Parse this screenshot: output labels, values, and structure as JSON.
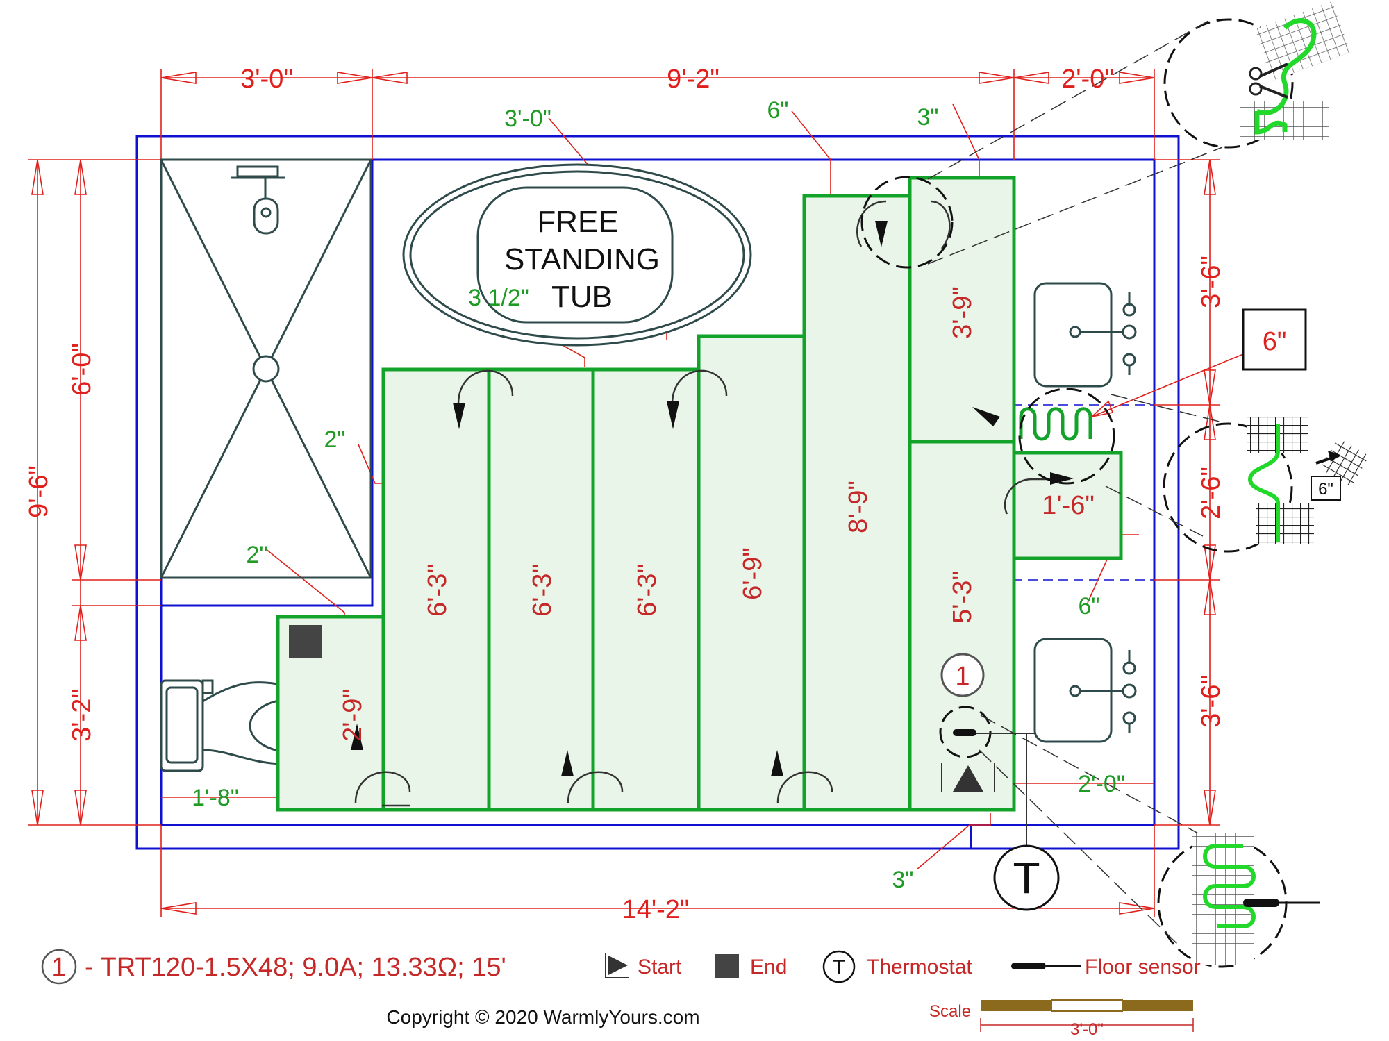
{
  "dimensions": {
    "top_left": "3'-0\"",
    "top_mid": "9'-2\"",
    "top_right": "2'-0\"",
    "bottom_total": "14'-2\"",
    "left_total": "9'-6\"",
    "left_upper": "6'-0\"",
    "left_lower": "3'-2\"",
    "right_upper": "3'-6\"",
    "right_mid": "2'-6\"",
    "right_lower": "3'-6\"",
    "toilet_width": "1'-8\"",
    "vanity_gap": "2'-0\"",
    "callout_6": "6\""
  },
  "green_dims": {
    "tub_gap": "3'-0\"",
    "tub_gap2": "3 1/2\"",
    "wall_6a": "6\"",
    "wall_3a": "3\"",
    "shower_2a": "2\"",
    "shower_2b": "2\"",
    "vanity_6b": "6\"",
    "bottom_3": "3\""
  },
  "mats": [
    "2'-9\"",
    "6'-3\"",
    "6'-3\"",
    "6'-3\"",
    "6'-9\"",
    "8'-9\"",
    "3'-9\"",
    "5'-3\"",
    "1'-6\""
  ],
  "tub": {
    "line1": "FREE",
    "line2": "STANDING",
    "line3": "TUB"
  },
  "markers": {
    "mat_number": "1",
    "thermostat_letter": "T",
    "detail_6": "6\""
  },
  "legend": {
    "number": "1",
    "spec": "- TRT120-1.5X48; 9.0A; 13.33Ω; 15'",
    "start": "Start",
    "end": "End",
    "thermostat_letter": "T",
    "thermostat": "Thermostat",
    "floor_sensor": "Floor sensor",
    "scale": "Scale",
    "scale_value": "3'-0\""
  },
  "copyright": "Copyright © 2020 WarmlyYours.com",
  "colors": {
    "dimension": "#e0201c",
    "mat_outline": "#14a32a",
    "mat_fill": "#e9f5e9",
    "wall": "#1010d0",
    "fixture": "#2f4a4a"
  }
}
